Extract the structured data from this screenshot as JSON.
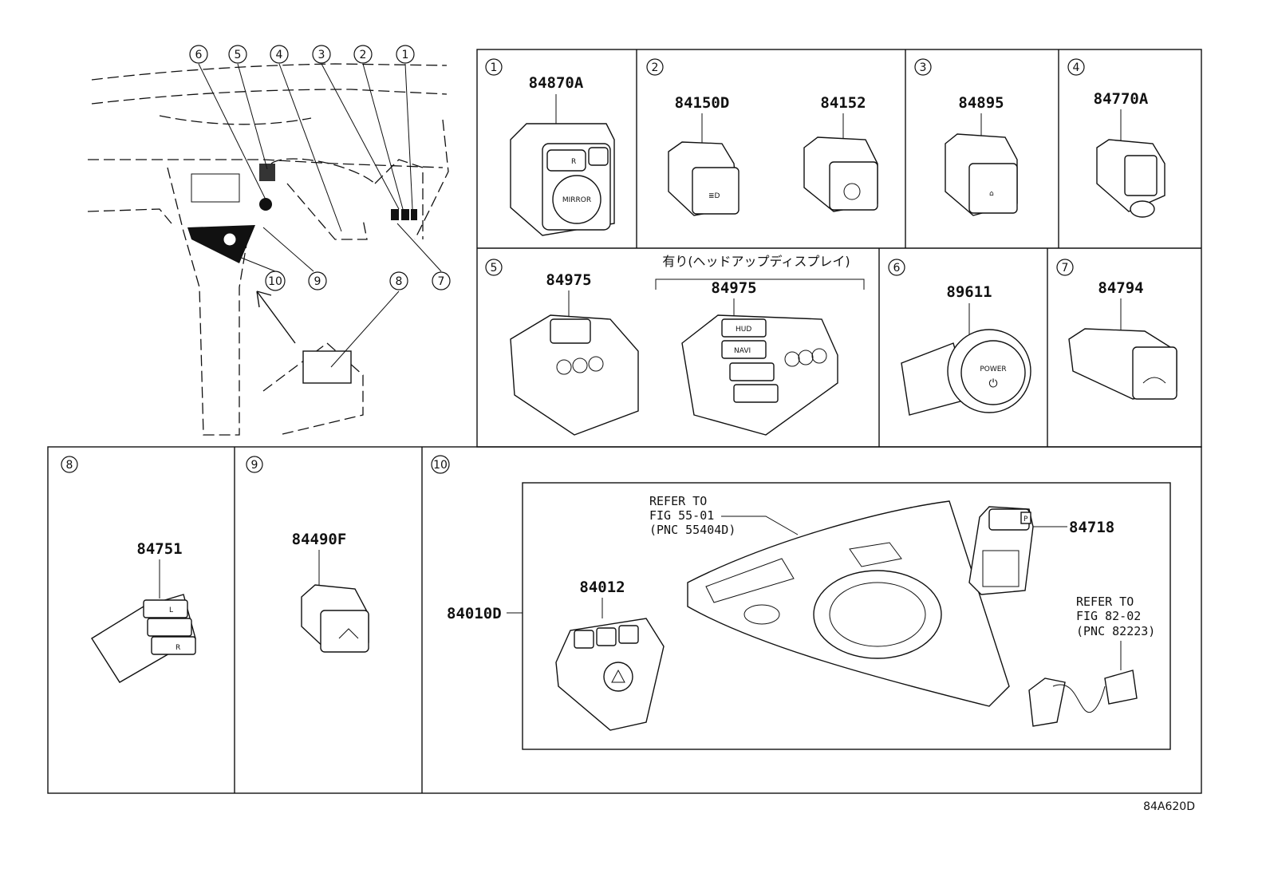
{
  "callouts": {
    "c1": "1",
    "c2": "2",
    "c3": "3",
    "c4": "4",
    "c5": "5",
    "c6": "6",
    "c7": "7",
    "c8": "8",
    "c9": "9",
    "c10": "10"
  },
  "parts": {
    "p1": "84870A",
    "p2a": "84150D",
    "p2b": "84152",
    "p3": "84895",
    "p4": "84770A",
    "p5a": "84975",
    "p5b": "84975",
    "p5_note": "有り(ヘッドアップディスプレイ)",
    "p6": "89611",
    "p7": "84794",
    "p8": "84751",
    "p9": "84490F",
    "p10_assembly": "84010D",
    "p10_switch": "84012",
    "p10_parking": "84718"
  },
  "references": {
    "ref1": [
      "REFER TO",
      "FIG 55-01",
      "(PNC 55404D)"
    ],
    "ref2": [
      "REFER TO",
      "FIG 82-02",
      "(PNC 82223)"
    ]
  },
  "switch_labels": {
    "mirror": "MIRROR",
    "hud": "HUD",
    "navi": "NAVI",
    "power": "POWER",
    "l": "L",
    "r": "R",
    "p": "P"
  },
  "figure_id": "84A620D"
}
